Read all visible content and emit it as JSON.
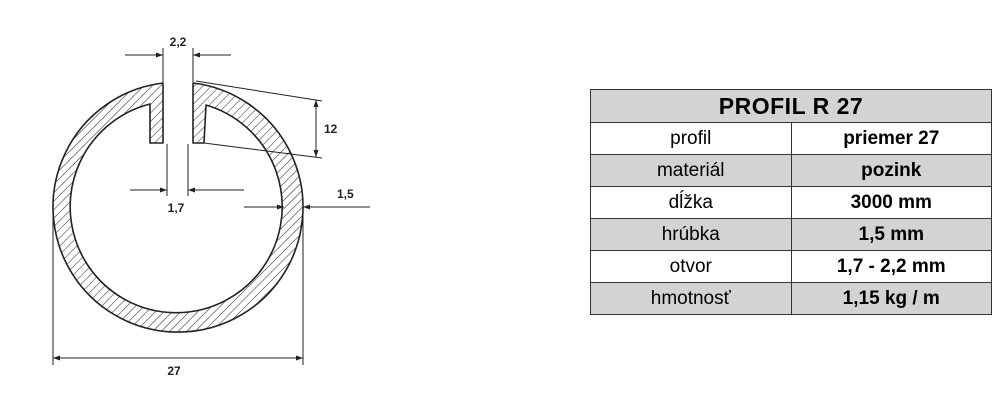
{
  "drawing": {
    "dims": {
      "gap_outer": "2,2",
      "gap_inner": "1,7",
      "slot_depth": "12",
      "wall": "1,5",
      "diameter": "27"
    }
  },
  "table": {
    "title": "PROFIL  R 27",
    "rows": [
      {
        "label": "profil",
        "value": "priemer 27"
      },
      {
        "label": "materiál",
        "value": "pozink"
      },
      {
        "label": "dĺžka",
        "value": "3000 mm"
      },
      {
        "label": "hrúbka",
        "value": "1,5 mm"
      },
      {
        "label": "otvor",
        "value": "1,7 - 2,2 mm"
      },
      {
        "label": "hmotnosť",
        "value": "1,15 kg / m"
      }
    ]
  },
  "colors": {
    "line": "#222222",
    "table_shade": "#d3d3d3"
  }
}
